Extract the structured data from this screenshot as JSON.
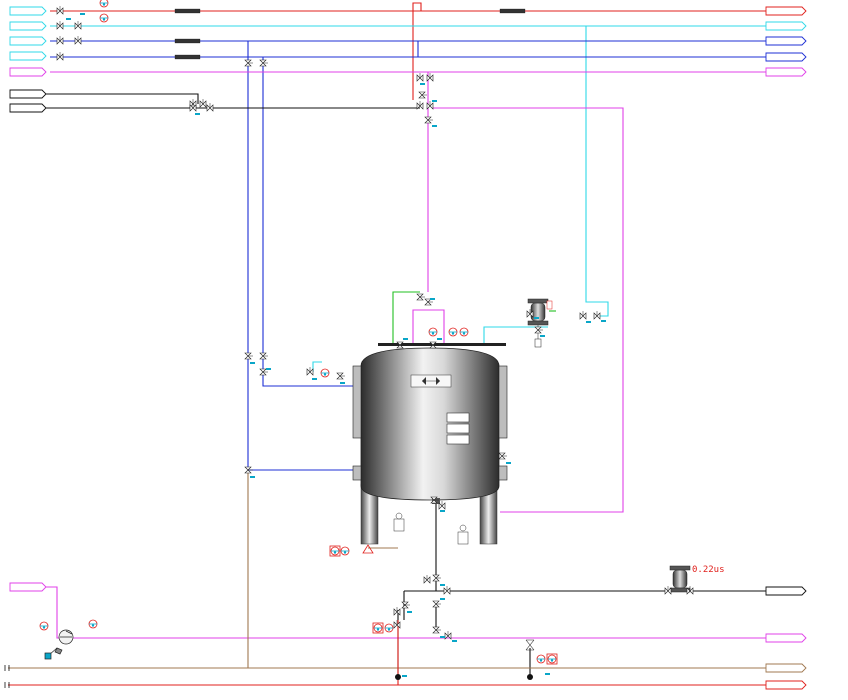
{
  "flow_tags": [
    {
      "id": "L1",
      "label": "",
      "side": "left"
    },
    {
      "id": "L2",
      "label": "",
      "side": "left"
    },
    {
      "id": "L3",
      "label": "",
      "side": "left"
    },
    {
      "id": "L4",
      "label": "",
      "side": "left"
    },
    {
      "id": "L5",
      "label": "",
      "side": "left"
    },
    {
      "id": "L6",
      "label": "",
      "side": "left"
    },
    {
      "id": "L7",
      "label": "",
      "side": "left"
    },
    {
      "id": "L8",
      "label": "",
      "side": "left"
    },
    {
      "id": "R1",
      "label": "",
      "side": "right"
    },
    {
      "id": "R2",
      "label": "",
      "side": "right"
    },
    {
      "id": "R3",
      "label": "",
      "side": "right"
    },
    {
      "id": "R4",
      "label": "",
      "side": "right"
    },
    {
      "id": "R5",
      "label": "",
      "side": "right"
    },
    {
      "id": "R6",
      "label": "",
      "side": "right"
    },
    {
      "id": "R7",
      "label": "",
      "side": "right"
    },
    {
      "id": "R8",
      "label": "",
      "side": "right"
    },
    {
      "id": "R9",
      "label": "",
      "side": "right"
    }
  ],
  "vessel_indicators": [
    "",
    "",
    ""
  ],
  "pump_tag": "",
  "readout": "0.22us",
  "colors": {
    "red": "#e0201c",
    "cyan": "#2fd8e8",
    "blue": "#1c2fd4",
    "magenta": "#e040e8",
    "black": "#111111",
    "brown": "#a07850",
    "green": "#22c022",
    "instrument": "#0aa6c8"
  },
  "icons": {
    "valve": "gate-valve-icon",
    "instrument": "instrument-bubble-icon",
    "pump": "centrifugal-pump-icon",
    "filter": "filter-icon",
    "vessel": "jacketed-reactor-icon"
  }
}
